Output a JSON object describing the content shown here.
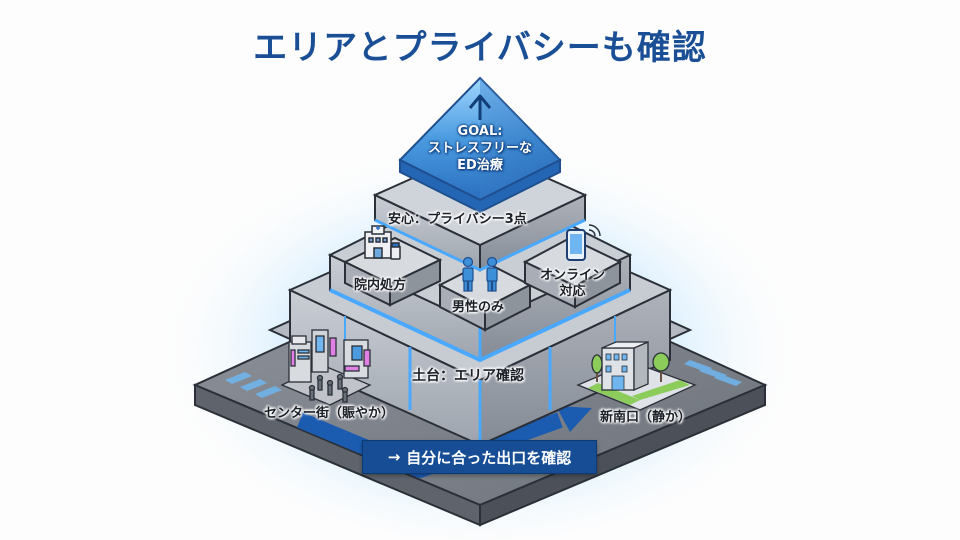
{
  "title": "エリアとプライバシーも確認",
  "pyramid": {
    "goal": {
      "icon": "arrow-up-icon",
      "line1": "GOAL:",
      "line2": "ストレスフリーな",
      "line3": "ED治療"
    },
    "middle": {
      "heading": "安心：プライバシー3点",
      "items": [
        {
          "icon": "hospital-pharmacy-icon",
          "label": "院内処方"
        },
        {
          "icon": "two-men-icon",
          "label": "男性のみ"
        },
        {
          "icon": "smartphone-wifi-icon",
          "label_line1": "オンライン",
          "label_line2": "対応"
        }
      ]
    },
    "base": {
      "heading": "土台：エリア確認",
      "left_area": {
        "icon": "busy-city-crowd-icon",
        "label": "センター街（賑やか）"
      },
      "right_area": {
        "icon": "quiet-building-trees-icon",
        "label": "新南口（静か）"
      }
    }
  },
  "cta": {
    "arrow": "→",
    "label": "自分に合った出口を確認"
  },
  "colors": {
    "title": "#1a4f96",
    "glow": "#4fb3ff",
    "goal_crystal": "#3f8fd6",
    "stone": "#b9bec6",
    "cta_bg": "#164d95"
  }
}
